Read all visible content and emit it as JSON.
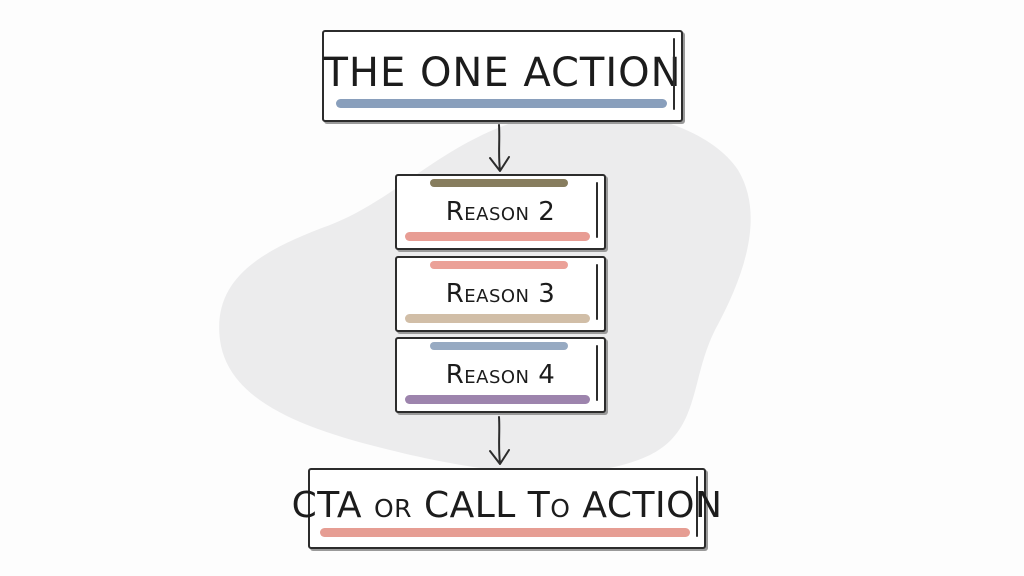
{
  "diagram": {
    "top": {
      "label": "THE ONE ACTION",
      "underline_color": "#7f97b6"
    },
    "reasons": [
      {
        "label": "Reason 2",
        "top_bar_color": "#7d7250",
        "underline_color": "#e6958b"
      },
      {
        "label": "Reason 3",
        "top_bar_color": "#e9998f",
        "underline_color": "#cdb99f"
      },
      {
        "label": "Reason 4",
        "top_bar_color": "#8ea3bd",
        "underline_color": "#957aa6"
      }
    ],
    "cta": {
      "label": "CTA or CALL To ACTION",
      "underline_color": "#e4958a"
    }
  },
  "colors": {
    "background": "#fdfdfd",
    "blob": "#ececed",
    "ink": "#2c2c2c"
  }
}
